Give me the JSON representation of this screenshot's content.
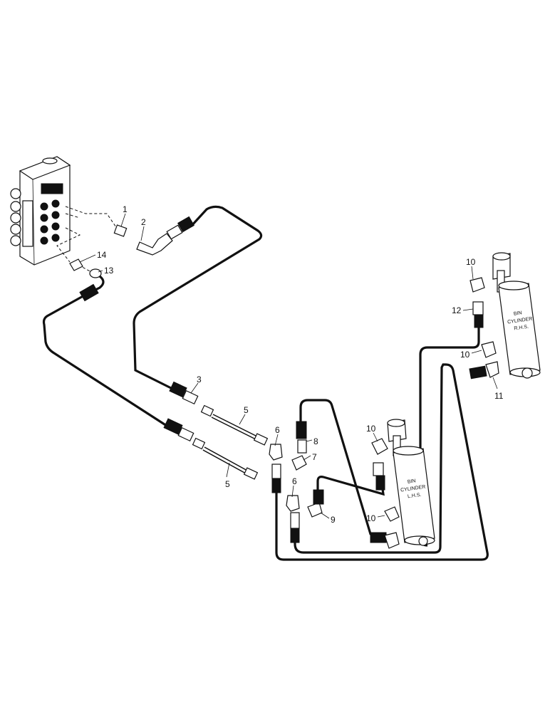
{
  "callouts": [
    {
      "id": "c1",
      "text": "1"
    },
    {
      "id": "c2",
      "text": "2"
    },
    {
      "id": "c3",
      "text": "3"
    },
    {
      "id": "c5a",
      "text": "5"
    },
    {
      "id": "c5b",
      "text": "5"
    },
    {
      "id": "c6a",
      "text": "6"
    },
    {
      "id": "c6b",
      "text": "6"
    },
    {
      "id": "c7",
      "text": "7"
    },
    {
      "id": "c8",
      "text": "8"
    },
    {
      "id": "c9",
      "text": "9"
    },
    {
      "id": "c10a",
      "text": "10"
    },
    {
      "id": "c10b",
      "text": "10"
    },
    {
      "id": "c10c",
      "text": "10"
    },
    {
      "id": "c10d",
      "text": "10"
    },
    {
      "id": "c11",
      "text": "11"
    },
    {
      "id": "c12",
      "text": "12"
    },
    {
      "id": "c13",
      "text": "13"
    },
    {
      "id": "c14",
      "text": "14"
    }
  ],
  "cylinder_right": {
    "line1": "BIN",
    "line2": "CYLINDER",
    "line3": "R.H.S."
  },
  "cylinder_left": {
    "line1": "BIN",
    "line2": "CYLINDER",
    "line3": "L.H.S."
  }
}
